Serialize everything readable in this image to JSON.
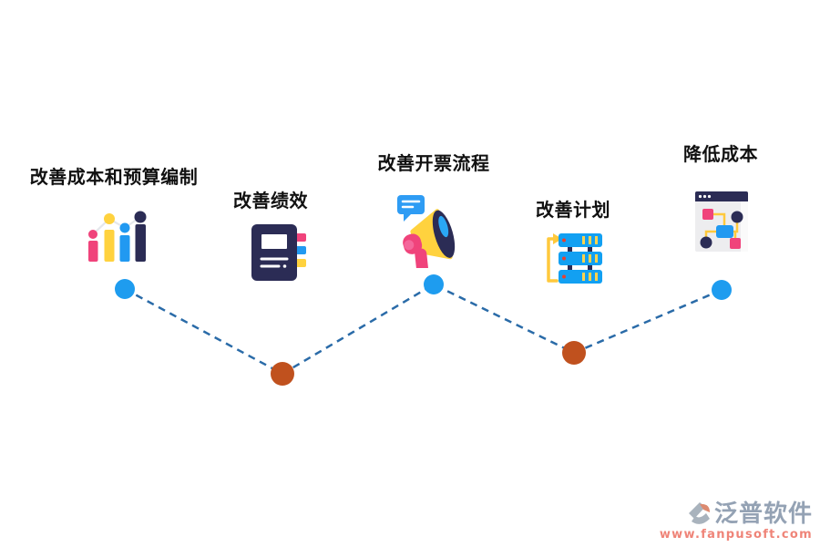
{
  "items": [
    {
      "label": "改善成本和预算编制",
      "icon": "bar-chart-icon",
      "dot": "blue"
    },
    {
      "label": "改善绩效",
      "icon": "notebook-icon",
      "dot": "brown"
    },
    {
      "label": "改善开票流程",
      "icon": "megaphone-icon",
      "dot": "blue"
    },
    {
      "label": "改善计划",
      "icon": "server-stack-icon",
      "dot": "brown"
    },
    {
      "label": "降低成本",
      "icon": "flowchart-window-icon",
      "dot": "blue"
    }
  ],
  "colors": {
    "dot_blue": "#1E9CEF",
    "dot_brown": "#C0511E",
    "connector": "#2A6BA8",
    "label_text": "#111111",
    "accent_pink": "#F0437B",
    "accent_yellow": "#FFD23E",
    "accent_blue": "#2199F1",
    "accent_navy": "#2B2C55"
  },
  "watermark": {
    "brand": "泛普软件",
    "url": "www.fanpusoft.com"
  }
}
